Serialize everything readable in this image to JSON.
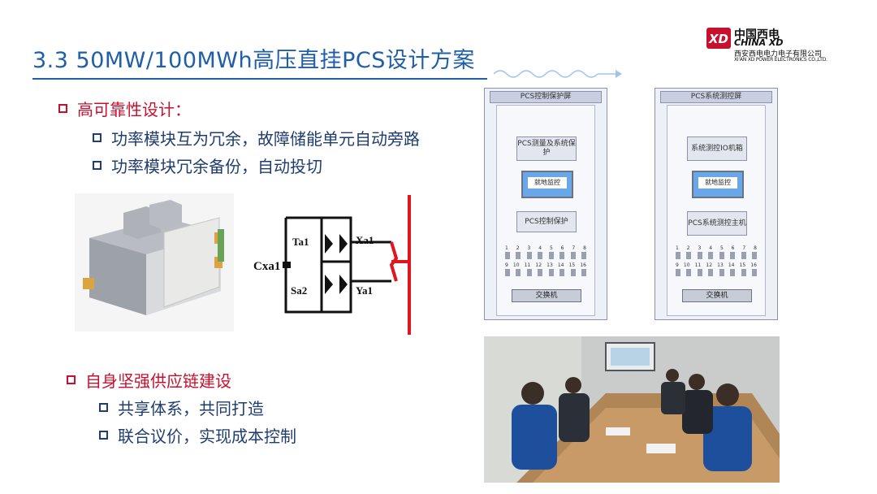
{
  "title": "3.3 50MW/100MWh高压直挂PCS设计方案",
  "logo": {
    "mark": "XD",
    "cn": "中国西电",
    "en": "CHINA XD",
    "sub": "西安西电电力电子有限公司",
    "sub_en": "XI'AN XD POWER ELECTRONICS CO.,LTD."
  },
  "section1": {
    "heading": "高可靠性设计：",
    "items": [
      "功率模块互为冗余，故障储能单元自动旁路",
      "功率模块冗余备份，自动投切"
    ]
  },
  "section2": {
    "heading": "自身坚强供应链建设",
    "items": [
      "共享体系，共同打造",
      "联合议价，实现成本控制"
    ]
  },
  "circuit": {
    "labels": [
      "Ta1",
      "Xa1",
      "Cxa1",
      "Sa2",
      "Ya1"
    ]
  },
  "cabinet_left": {
    "header": "PCS控制保护屏",
    "box1": "PCS测量及系统保护",
    "monitor": "就地监控",
    "box2": "PCS控制保护",
    "terminals": [
      "1",
      "2",
      "3",
      "4",
      "5",
      "6",
      "7",
      "8",
      "9",
      "10",
      "11",
      "12",
      "13",
      "14",
      "15",
      "16"
    ],
    "switch": "交换机"
  },
  "cabinet_right": {
    "header": "PCS系统测控屏",
    "box1": "系统测控IO机箱",
    "monitor": "就地监控",
    "box2": "PCS系统测控主机",
    "terminals": [
      "1",
      "2",
      "3",
      "4",
      "5",
      "6",
      "7",
      "8",
      "9",
      "10",
      "11",
      "12",
      "13",
      "14",
      "15",
      "16"
    ],
    "switch": "交换机"
  },
  "colors": {
    "title": "#1f5ea8",
    "accent_red": "#c8102e",
    "bullet_blue": "#1f3d6e"
  }
}
